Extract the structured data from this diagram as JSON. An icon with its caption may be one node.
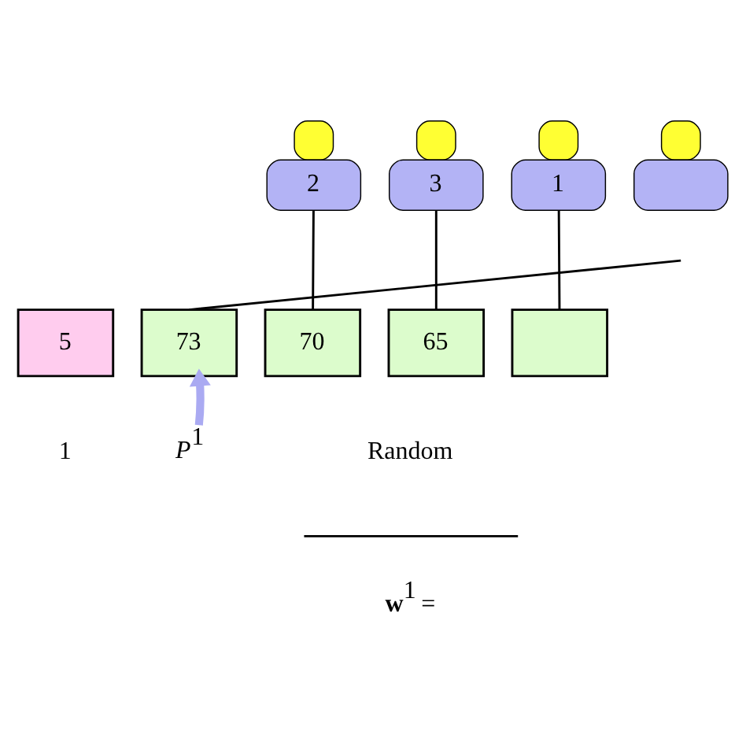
{
  "diagram": {
    "nodes": [
      {
        "text": [
          "2"
        ]
      },
      {
        "text": [
          "3"
        ]
      },
      {
        "text": [
          "1"
        ]
      },
      {
        "text": [],
        "shape": "person"
      },
      {
        "text": [
          "5"
        ]
      },
      {
        "text": [
          "73"
        ]
      },
      {
        "text": [
          "70"
        ]
      },
      {
        "text": [
          "65"
        ]
      },
      {
        "text": [],
        "shape": "box"
      },
      {
        "text": [
          "*P*$^{1}$"
        ]
      }
    ],
    "edges": [
      {
        "from": 0,
        "to": 6,
        "arrow": "none"
      },
      {
        "from": 1,
        "to": 7,
        "arrow": "none"
      },
      {
        "from": 2,
        "to": 8,
        "arrow": "none"
      },
      {
        "from": 5,
        "to": null,
        "arrow": "none"
      },
      {
        "from": 9,
        "to": 5,
        "arrow": "to",
        "style": "thick",
        "color": "#aaaaf2"
      }
    ],
    "labels": [
      "1",
      "Random",
      "**w**$^{1}$ ="
    ]
  }
}
